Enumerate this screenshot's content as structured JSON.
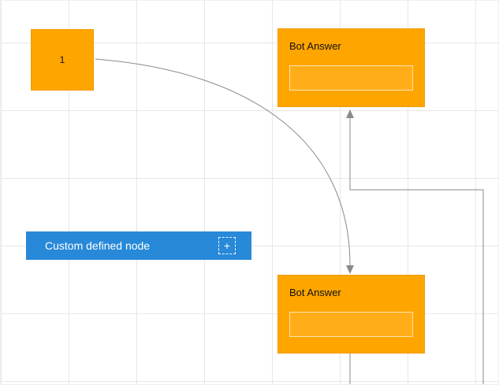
{
  "canvas": {
    "background": "#ffffff",
    "grid_color": "#e7e7e7"
  },
  "nodes": {
    "start": {
      "label": "1",
      "fill": "#ffa500"
    },
    "bot_answer_top": {
      "label": "Bot Answer",
      "fill": "#ffa500"
    },
    "bot_answer_bottom": {
      "label": "Bot Answer",
      "fill": "#ffa500"
    },
    "custom": {
      "label": "Custom defined node",
      "fill": "#2789d8",
      "add_icon": "+"
    }
  },
  "connectors": {
    "color": "#8a8a8a"
  }
}
